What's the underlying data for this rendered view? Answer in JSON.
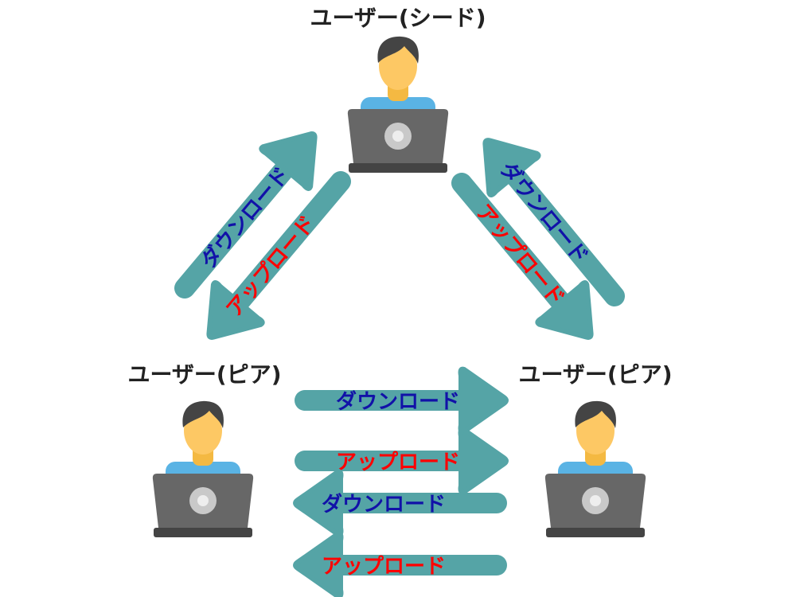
{
  "users": {
    "seed": "ユーザー(シード)",
    "peer_left": "ユーザー(ピア)",
    "peer_right": "ユーザー(ピア)"
  },
  "arrows": {
    "download": "ダウンロード",
    "upload": "アップロード"
  },
  "colors": {
    "arrow": "#55a4a6",
    "download_text": "#1111a8",
    "upload_text": "#ff0000",
    "shirt": "#5ab3e4",
    "face": "#fdc864",
    "neck": "#f4b942",
    "hair": "#444444",
    "laptop": "#676767",
    "laptop_base": "#444444"
  }
}
